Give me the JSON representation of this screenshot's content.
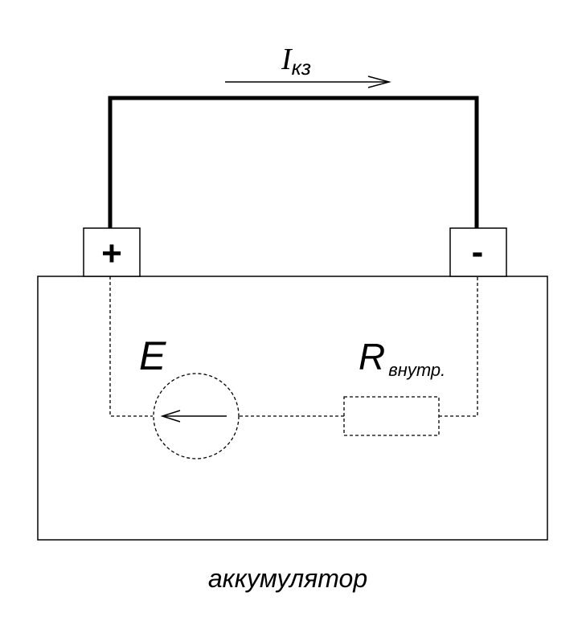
{
  "current": {
    "symbol": "I",
    "subscript": "кз"
  },
  "terminals": {
    "positive": "+",
    "negative": "-"
  },
  "emf": {
    "symbol": "E"
  },
  "resistance": {
    "symbol": "R",
    "subscript": "внутр."
  },
  "battery": {
    "label": "аккумулятор"
  },
  "colors": {
    "ink": "#000000",
    "background": "#ffffff"
  }
}
